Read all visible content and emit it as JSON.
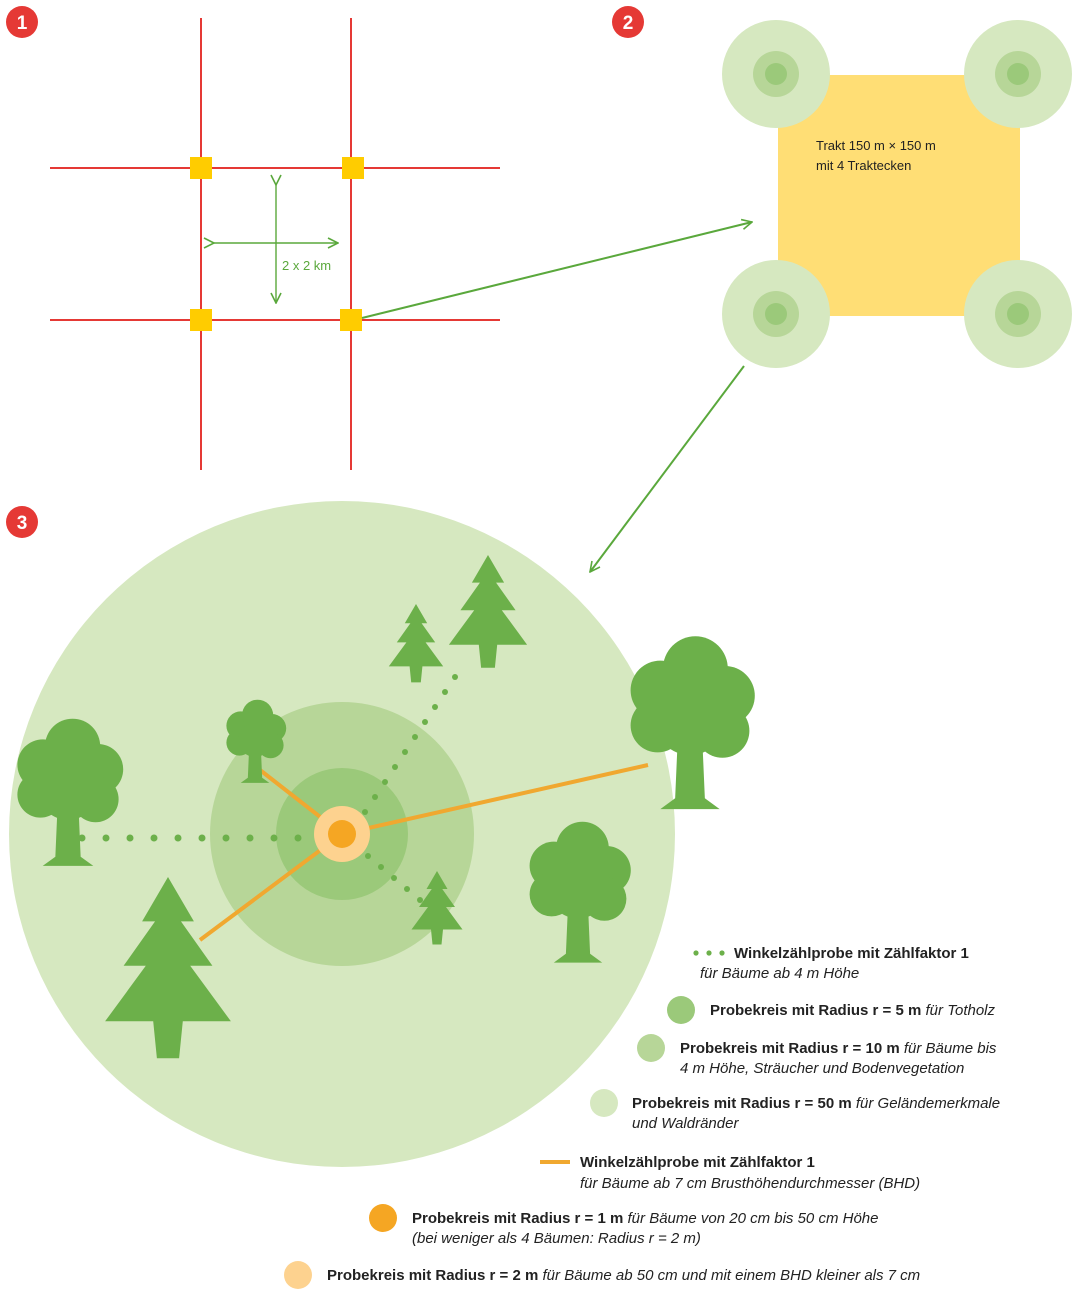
{
  "colors": {
    "grid_red": "#e53935",
    "marker_yellow": "#ffcc00",
    "tract_yellow": "#ffde75",
    "circle_light": "#d6e8c0",
    "circle_mid": "#b7d698",
    "circle_dark": "#9bc97a",
    "tree_green": "#6cb04a",
    "arrow_green": "#5aa83c",
    "orange": "#f0a830",
    "orange_dot": "#f5a623",
    "peach": "#fdd28f",
    "badge_red": "#e53935"
  },
  "badges": {
    "one": "1",
    "two": "2",
    "three": "3"
  },
  "panel1": {
    "spacing": "2 x 2 km"
  },
  "panel2": {
    "tract_line1": "Trakt 150 m × 150 m",
    "tract_line2": "mit 4 Traktecken"
  },
  "legend": {
    "wzp4": {
      "title": "Winkelzählprobe mit Zählfaktor 1",
      "desc": "für Bäume ab 4 m Höhe"
    },
    "r5": {
      "title": "Probekreis mit Radius r = 5 m",
      "desc": "für Totholz"
    },
    "r10": {
      "title": "Probekreis mit Radius r = 10 m",
      "desc1": "für Bäume bis",
      "desc2": "4 m Höhe, Sträucher und Bodenvegetation"
    },
    "r50": {
      "title": "Probekreis mit Radius r = 50 m",
      "desc1": "für Geländemerkmale",
      "desc2": "und Waldränder"
    },
    "wzp7": {
      "title": "Winkelzählprobe mit Zählfaktor 1",
      "desc": "für Bäume ab 7 cm Brusthöhendurchmesser (BHD)"
    },
    "r1": {
      "title": "Probekreis mit Radius r = 1 m",
      "desc1": "für Bäume von 20 cm bis 50 cm Höhe",
      "desc2": "(bei weniger als 4 Bäumen: Radius r = 2 m)"
    },
    "r2": {
      "title": "Probekreis mit Radius r = 2 m",
      "desc": "für Bäume ab 50 cm und mit einem BHD kleiner als 7 cm"
    }
  }
}
